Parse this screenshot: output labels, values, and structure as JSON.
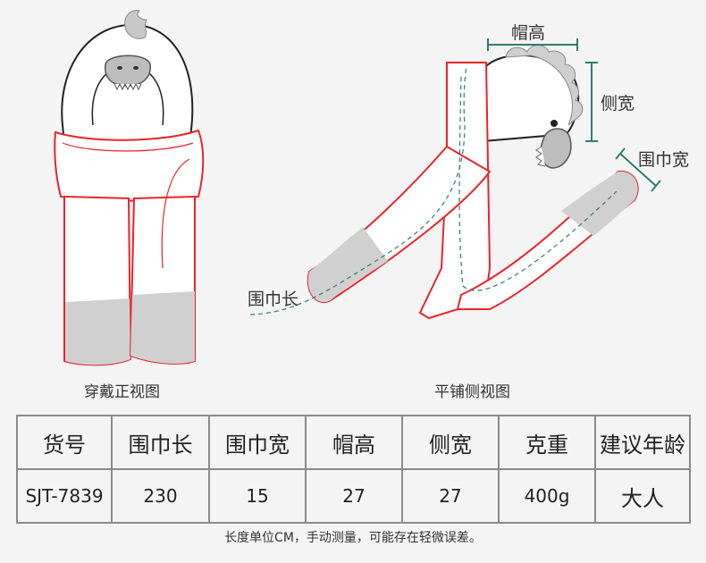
{
  "figure_captions": {
    "front_view": "穿戴正视图",
    "flat_side_view": "平铺侧视图"
  },
  "dimension_labels": {
    "hat_height": "帽高",
    "side_width": "侧宽",
    "scarf_width": "围巾宽",
    "scarf_length": "围巾长"
  },
  "colors": {
    "outline_red": "#e8252b",
    "dimension_teal": "#2f7d6e",
    "fill_gray": "#d0d0d0",
    "background": "#f4f4f4"
  },
  "spec_table": {
    "headers": [
      "货号",
      "围巾长",
      "围巾宽",
      "帽高",
      "侧宽",
      "克重",
      "建议年龄"
    ],
    "values": [
      "SJT-7839",
      "230",
      "15",
      "27",
      "27",
      "400g",
      "大人"
    ]
  },
  "footnote": "长度单位CM，手动测量，可能存在轻微误差。"
}
